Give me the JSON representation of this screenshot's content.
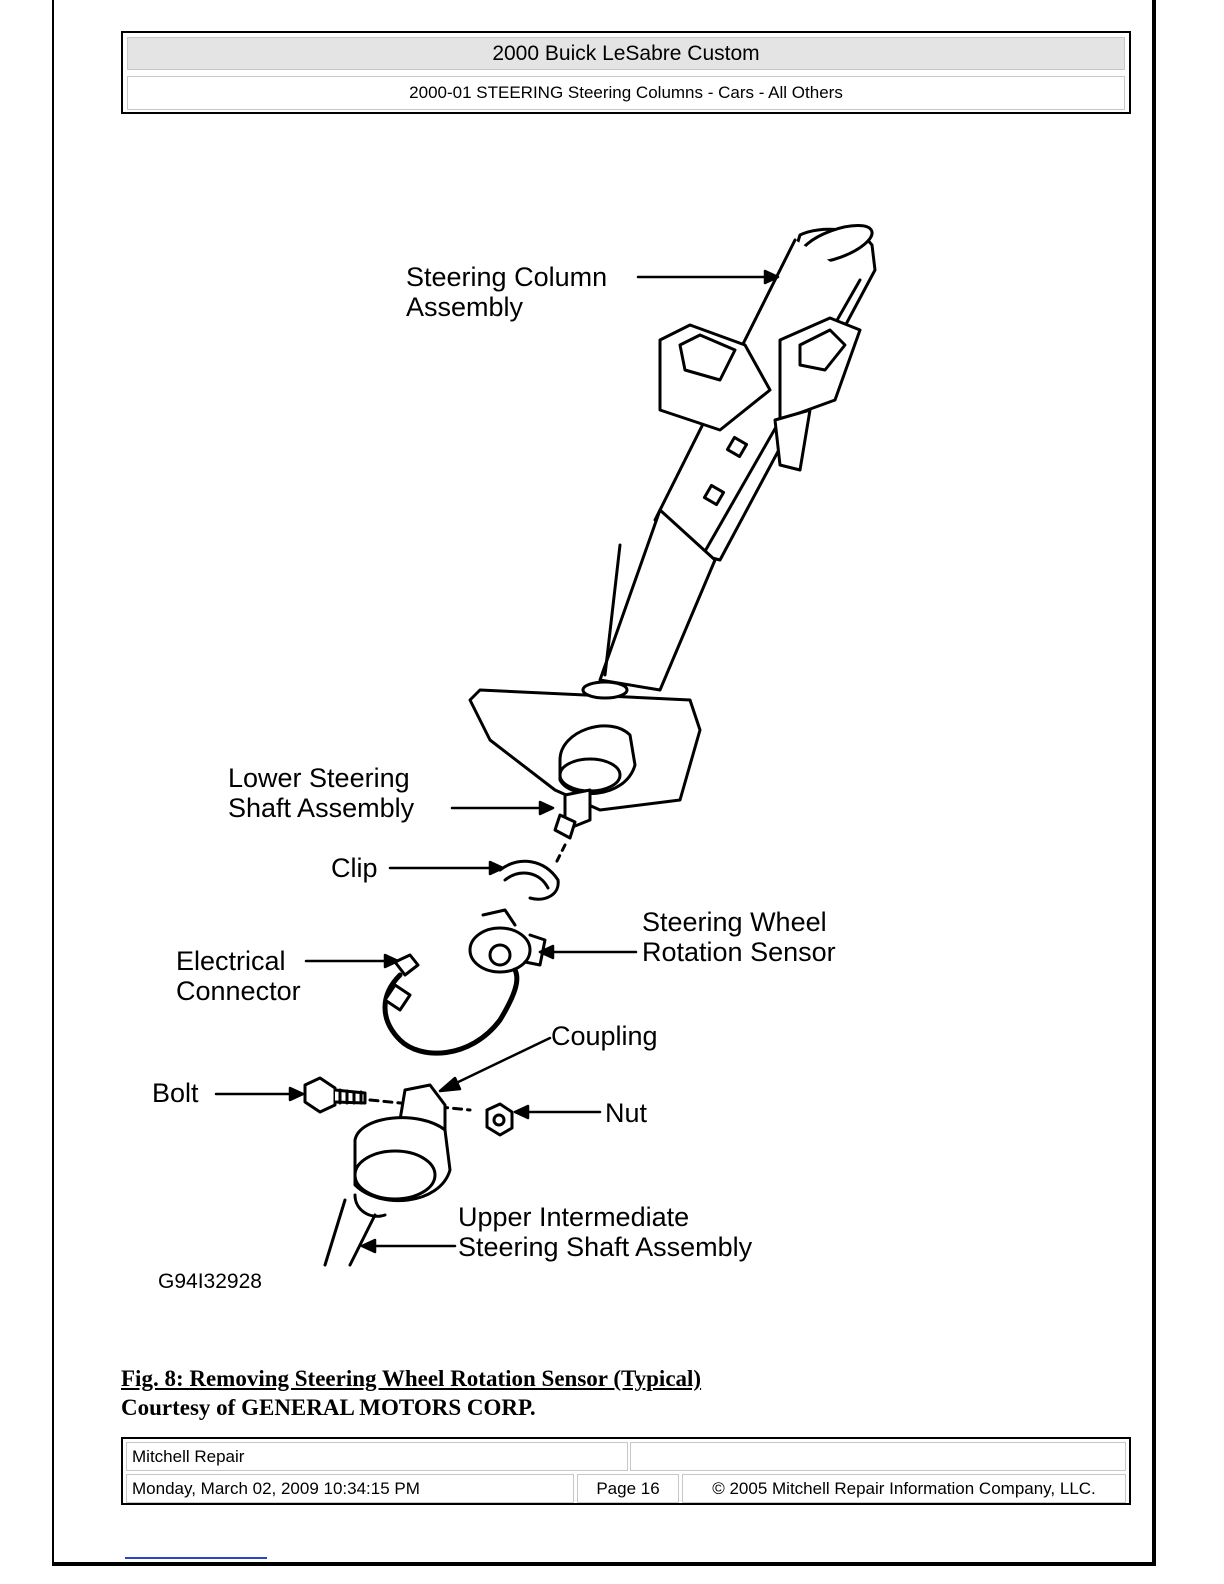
{
  "header": {
    "title": "2000 Buick LeSabre Custom",
    "subtitle": "2000-01 STEERING Steering Columns - Cars - All Others"
  },
  "figure": {
    "labels": {
      "steering_column": "Steering Column\nAssembly",
      "lower_shaft": "Lower Steering\nShaft Assembly",
      "clip": "Clip",
      "rotation_sensor": "Steering Wheel\nRotation Sensor",
      "electrical_connector": "Electrical\nConnector",
      "coupling": "Coupling",
      "bolt": "Bolt",
      "nut": "Nut",
      "upper_shaft": "Upper Intermediate\nSteering Shaft Assembly"
    },
    "code": "G94I32928"
  },
  "caption": {
    "title": "Fig. 8: Removing Steering Wheel Rotation Sensor (Typical)",
    "courtesy": "Courtesy of GENERAL MOTORS CORP."
  },
  "footer": {
    "source": "Mitchell Repair",
    "datetime": "Monday, March 02, 2009 10:34:15 PM",
    "page": "Page 16",
    "copyright": "© 2005 Mitchell Repair Information Company, LLC."
  }
}
